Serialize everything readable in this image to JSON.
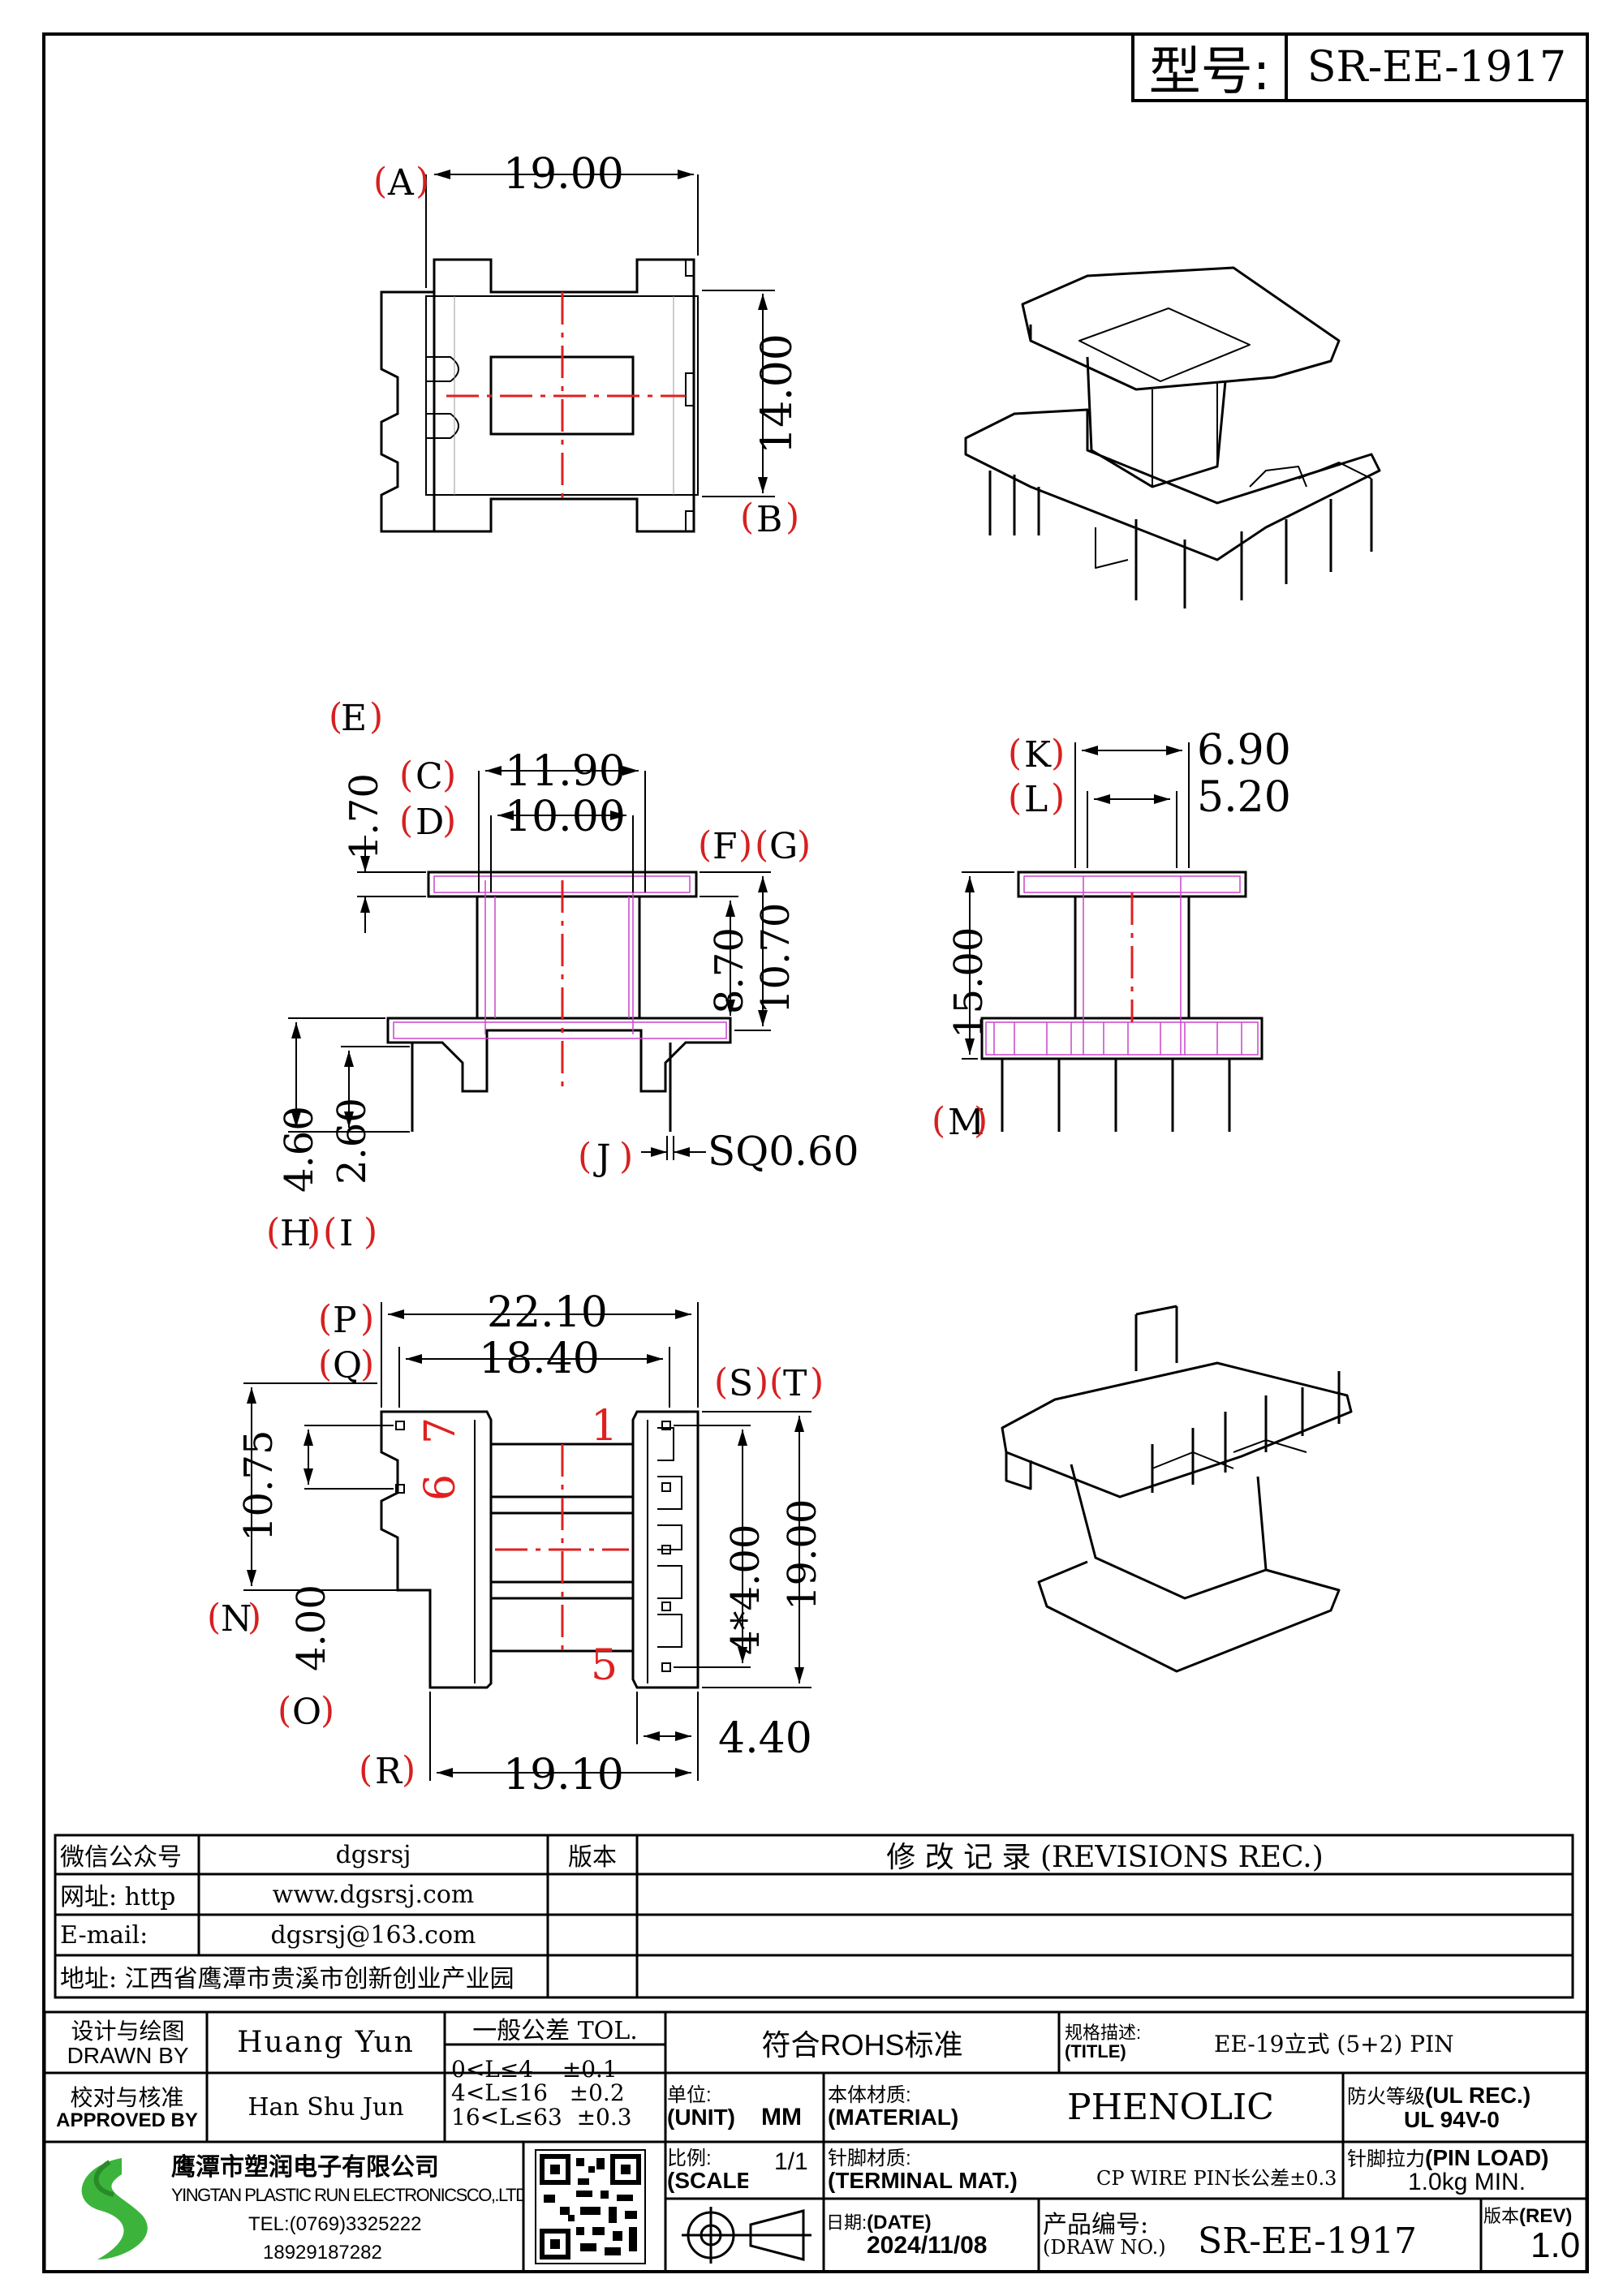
{
  "model": {
    "label": "型号:",
    "value": "SR-EE-1917"
  },
  "dimensions": {
    "top_view": {
      "A": "A",
      "w": "19.00",
      "h": "14.00",
      "B": "B"
    },
    "front_view": {
      "E": "E",
      "e": "1.70",
      "C": "C",
      "c": "11.90",
      "D": "D",
      "d": "10.00",
      "F": "F",
      "G": "G",
      "g1": "8.70",
      "g2": "10.70",
      "H": "H",
      "h": "4.60",
      "I": "I",
      "i": "2.60",
      "J": "J",
      "j": "SQ0.60"
    },
    "side_view": {
      "K": "K",
      "k": "6.90",
      "L": "L",
      "l": "5.20",
      "m_label": "15.00",
      "M": "M"
    },
    "bottom_view": {
      "P": "P",
      "p": "22.10",
      "Q": "Q",
      "q": "18.40",
      "S": "S",
      "T": "T",
      "n_top": "10.75",
      "N": "N",
      "n": "4.00",
      "O": "O",
      "pitch": "4*4.00",
      "t": "19.00",
      "R": "R",
      "r": "19.10",
      "s": "4.40",
      "pin1": "1",
      "pin5": "5",
      "pin6": "6",
      "pin7": "7"
    }
  },
  "info_table": {
    "wechat_label": "微信公众号",
    "wechat_value": "dgsrsj",
    "web_label": "网址: http",
    "web_value": "www.dgsrsj.com",
    "email_label": "E-mail:",
    "email_value": "dgsrsj@163.com",
    "address": "地址: 江西省鹰潭市贵溪市创新创业产业园",
    "version_header": "版本",
    "revisions_header": "修 改 记 录 (REVISIONS REC.)"
  },
  "title_block": {
    "drawn_cn": "设计与绘图",
    "drawn_en": "DRAWN BY",
    "drawn_name": "Huang  Yun",
    "approved_cn": "校对与核准",
    "approved_en": "APPROVED BY",
    "approved_name": "Han Shu Jun",
    "tol_title": "一般公差 TOL.",
    "tol_rows": [
      "0<L≤4    ±0.1",
      "4<L≤16   ±0.2",
      "16<L≤63  ±0.3"
    ],
    "rohs": "符合ROHS标准",
    "title_cn": "规格描述:",
    "title_en": "(TITLE)",
    "title_value": "EE-19立式 (5+2) PIN",
    "unit_cn": "单位:",
    "unit_en": "(UNIT)",
    "unit_value": "MM",
    "material_cn": "本体材质:",
    "material_en": "(MATERIAL)",
    "material_value": "PHENOLIC",
    "fire_cn": "防火等级",
    "fire_en": "(UL REC.)",
    "fire_value": "UL 94V-0",
    "scale_cn": "比例:",
    "scale_en": "(SCALE)",
    "scale_value": "1/1",
    "terminal_cn": "针脚材质:",
    "terminal_en": "(TERMINAL MAT.)",
    "terminal_value": "CP WIRE  PIN长公差±0.3",
    "pinload_cn": "针脚拉力",
    "pinload_en": "(PIN LOAD)",
    "pinload_value": "1.0kg MIN.",
    "date_cn": "日期:",
    "date_en": "(DATE)",
    "date_value": "2024/11/08",
    "drawno_cn": "产品编号:",
    "drawno_en": "(DRAW NO.)",
    "drawno_value": "SR-EE-1917",
    "rev_cn": "版本",
    "rev_en": "(REV)",
    "rev_value": "1.0",
    "company_cn": "鹰潭市塑润电子有限公司",
    "company_en": "YINGTAN PLASTIC RUN ELECTRONICSCO,.LTD",
    "tel": "TEL:(0769)3325222",
    "mobile": "18929187282"
  },
  "colors": {
    "dim_red": "#d62020",
    "outline": "#000000",
    "hidden": "#cc44cc"
  }
}
